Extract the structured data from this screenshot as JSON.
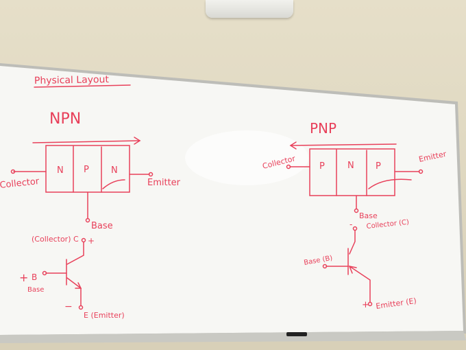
{
  "colors": {
    "marker": "#e8405a",
    "board": "#f7f7f4",
    "wall": "#ded7c1"
  },
  "heading": "Physical Layout",
  "npn": {
    "title": "NPN",
    "layers": [
      "N",
      "P",
      "N"
    ],
    "collector": "Collector",
    "emitter": "Emitter",
    "base": "Base",
    "symbol": {
      "collector": "(Collector) C",
      "plus_top": "+",
      "plus_base": "+",
      "base_letter": "B",
      "base_word": "Base",
      "minus": "−",
      "emitter": "E (Emitter)"
    }
  },
  "pnp": {
    "title": "PNP",
    "layers": [
      "P",
      "N",
      "P"
    ],
    "collector": "Collector",
    "emitter": "Emitter",
    "base": "Base",
    "symbol": {
      "minus_top": "-",
      "collector": "Collector (C)",
      "base": "Base (B)",
      "plus": "+",
      "emitter": "Emitter (E)"
    }
  }
}
